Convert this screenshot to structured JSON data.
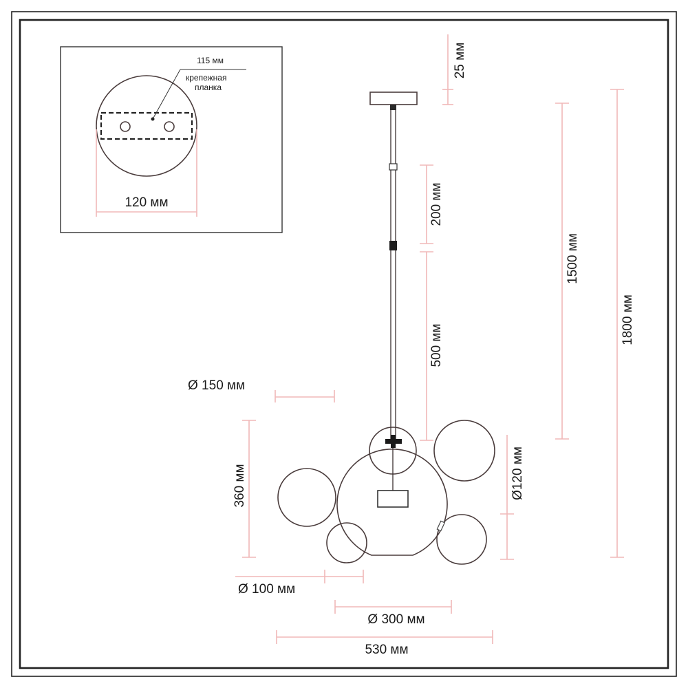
{
  "detail": {
    "plate_width": "115 мм",
    "bracket_label_line1": "крепежная",
    "bracket_label_line2": "планка",
    "canopy_diameter": "120 мм"
  },
  "dimensions": {
    "canopy_height": "25 мм",
    "rod_segment": "200 мм",
    "rod_segment_long": "500 мм",
    "drop_length": "1500 мм",
    "total_height": "1800 мм",
    "large_shade_diameter": "Ø 150 мм",
    "cluster_height": "360 мм",
    "medium_shade_diameter": "Ø120 мм",
    "small_shade_diameter": "Ø 100 мм",
    "main_shade_diameter": "Ø 300 мм",
    "overall_width": "530 мм"
  },
  "colors": {
    "dimension_line": "#f0b8b8",
    "part_outline": "#4a3c3c",
    "frame": "#222222"
  }
}
